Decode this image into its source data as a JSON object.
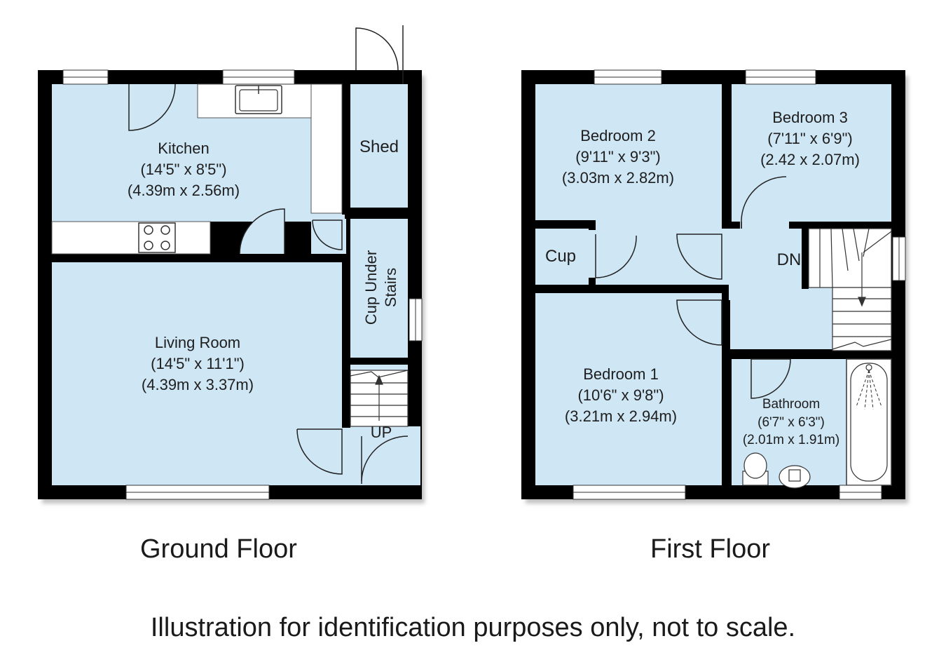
{
  "ground_floor": {
    "title": "Ground Floor",
    "kitchen": {
      "name": "Kitchen",
      "imperial": "(14'5\" x 8'5\")",
      "metric": "(4.39m x 2.56m)"
    },
    "living_room": {
      "name": "Living Room",
      "imperial": "(14'5\" x 11'1\")",
      "metric": "(4.39m x 3.37m)"
    },
    "shed": {
      "name": "Shed"
    },
    "cupboard_under_stairs": {
      "line1": "Cup Under",
      "line2": "Stairs"
    },
    "stairs_label": "UP"
  },
  "first_floor": {
    "title": "First Floor",
    "bedroom_2": {
      "name": "Bedroom 2",
      "imperial": "(9'11\" x 9'3\")",
      "metric": "(3.03m x 2.82m)"
    },
    "bedroom_3": {
      "name": "Bedroom 3",
      "imperial": "(7'11\" x 6'9\")",
      "metric": "(2.42 x 2.07m)"
    },
    "bedroom_1": {
      "name": "Bedroom 1",
      "imperial": "(10'6\" x 9'8\")",
      "metric": "(3.21m x 2.94m)"
    },
    "bathroom": {
      "name": "Bathroom",
      "imperial": "(6'7\" x 6'3\")",
      "metric": "(2.01m x 1.91m)"
    },
    "cupboard": {
      "name": "Cup"
    },
    "stairs_label": "DN"
  },
  "disclaimer": "Illustration for identification purposes only, not to scale.",
  "colors": {
    "room_fill": "#cfe6f5",
    "wall": "#000000",
    "fixture": "#ffffff",
    "shadow": "#9a9a9a"
  }
}
